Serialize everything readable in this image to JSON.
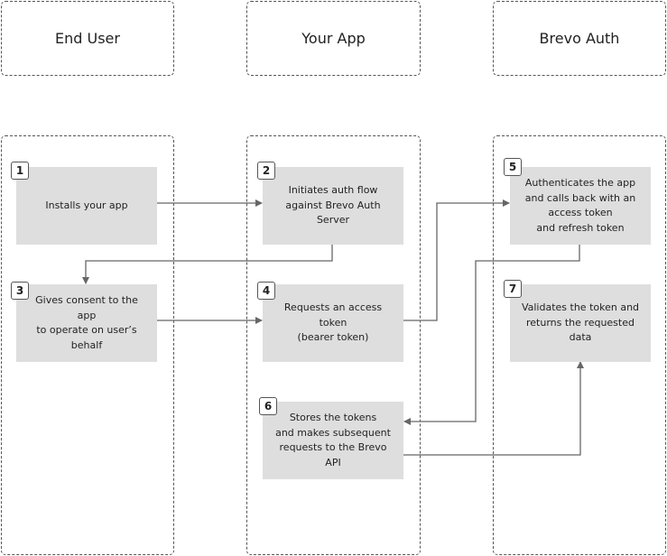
{
  "lanes": [
    {
      "title": "End User"
    },
    {
      "title": "Your App"
    },
    {
      "title": "Brevo Auth"
    }
  ],
  "steps": [
    {
      "number": "1",
      "text": "Installs your app"
    },
    {
      "number": "2",
      "text": "Initiates auth flow\nagainst Brevo Auth Server"
    },
    {
      "number": "3",
      "text": "Gives consent to the app\nto operate on user’s behalf"
    },
    {
      "number": "4",
      "text": "Requests an access token\n(bearer token)"
    },
    {
      "number": "5",
      "text": "Authenticates the app\nand calls back with an\naccess token\nand refresh token"
    },
    {
      "number": "6",
      "text": "Stores the tokens\nand makes subsequent\nrequests to the Brevo API"
    },
    {
      "number": "7",
      "text": "Validates the token and\nreturns the requested\ndata"
    }
  ],
  "colors": {
    "box_fill": "#dedede",
    "border": "#555555",
    "arrow": "#666666",
    "text": "#222222"
  }
}
